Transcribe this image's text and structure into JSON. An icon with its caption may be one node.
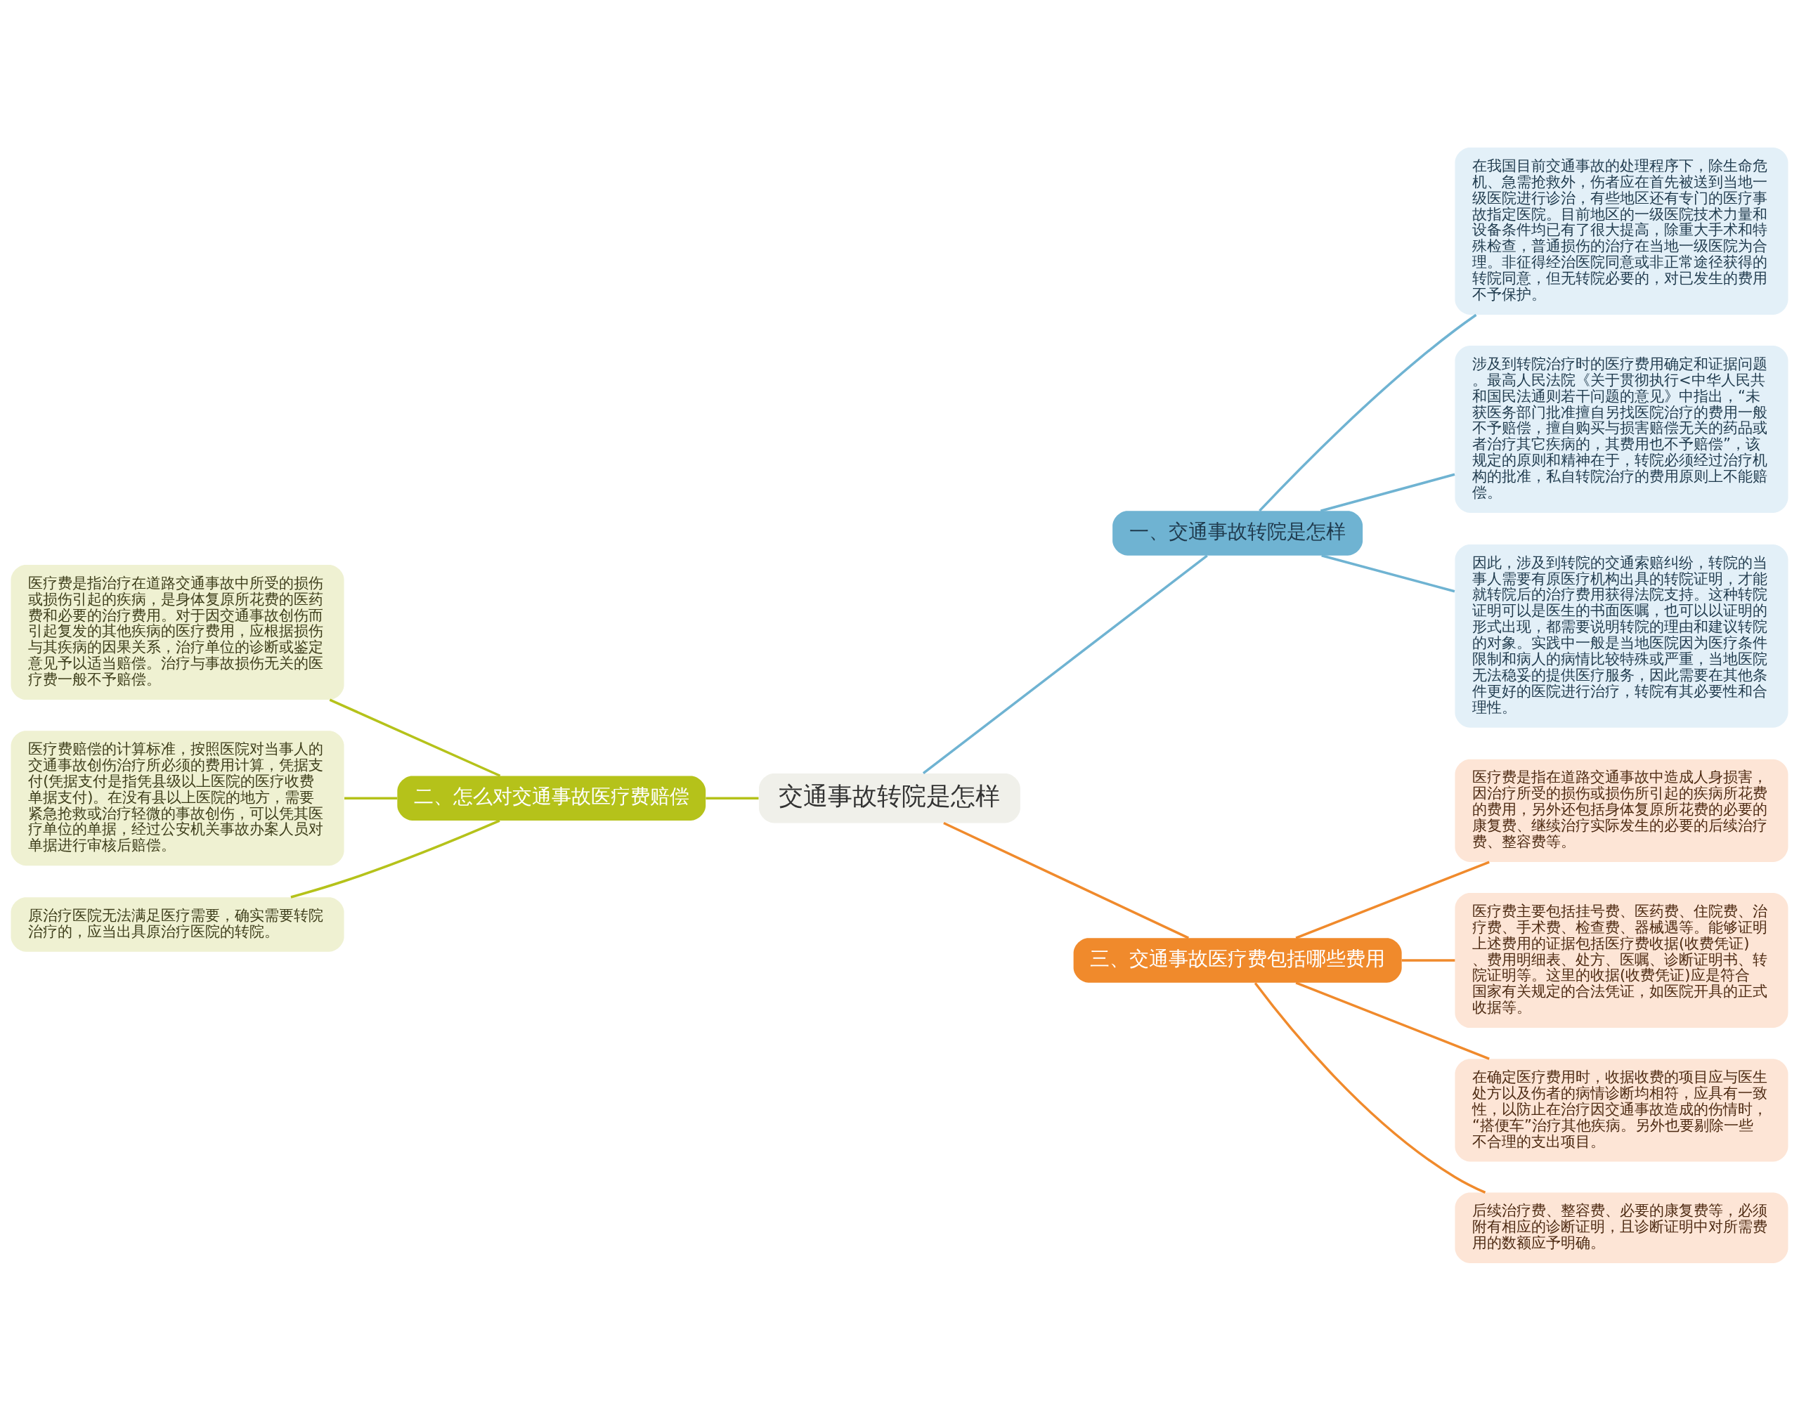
{
  "diagram": {
    "nodes": [
      {
        "text": [
          "交通事故转院是怎样"
        ]
      },
      {
        "text": [
          "一、交通事故转院是怎样"
        ]
      },
      {
        "text": [
          "在我国目前交通事故的处理程序下，除生命危机、急需抢救外，伤者应在首先被送到当地一级医院进行诊治，有些地区还有专门的医疗事故指定医院。目前地区的一级医院技术力量和设备条件均已有了很大提高，除重大手术和特殊检查，普通损伤的治疗在当地一级医院为合理。非征得经治医院同意或非正常途径获得的转院同意，但无转院必要的，对已发生的费用不予保护。"
        ]
      },
      {
        "text": [
          "涉及到转院治疗时的医疗费用确定和证据问题。最高人民法院《关于贯彻执行<中华人民共和国民法通则若干问题的意见》中指出，“未获医务部门批准擅自另找医院治疗的费用一般不予赔偿，擅自购买与损害赔偿无关的药品或者治疗其它疾病的，其费用也不予赔偿”，该规定的原则和精神在于，转院必须经过治疗机构的批准，私自转院治疗的费用原则上不能赔偿。"
        ]
      },
      {
        "text": [
          "因此，涉及到转院的交通索赔纠纷，转院的当事人需要有原医疗机构出具的转院证明，才能就转院后的治疗费用获得法院支持。这种转院证明可以是医生的书面医嘱，也可以以证明的形式出现，都需要说明转院的理由和建议转院的对象。实践中一般是当地医院因为医疗条件限制和病人的病情比较特殊或严重，当地医院无法稳妥的提供医疗服务，因此需要在其他条件更好的医院进行治疗，转院有其必要性和合理性。"
        ]
      },
      {
        "text": [
          "二、怎么对交通事故医疗费赔偿"
        ]
      },
      {
        "text": [
          "医疗费是指治疗在道路交通事故中所受的损伤或损伤引起的疾病，是身体复原所花费的医药费和必要的治疗费用。对于因交通事故创伤而引起复发的其他疾病的医疗费用，应根据损伤与其疾病的因果关系，治疗单位的诊断或鉴定意见予以适当赔偿。治疗与事故损伤无关的医疗费一般不予赔偿。"
        ]
      },
      {
        "text": [
          "医疗费赔偿的计算标准，按照医院对当事人的交通事故创伤治疗所必须的费用计算，凭据支付(凭据支付是指凭县级以上医院的医疗收费单据支付)。在没有县以上医院的地方，需要紧急抢救或治疗轻微的事故创伤，可以凭其医疗单位的单据，经过公安机关事故办案人员对单据进行审核后赔偿。"
        ]
      },
      {
        "text": [
          "原治疗医院无法满足医疗需要，确实需要转院治疗的，应当出具原治疗医院的转院。"
        ]
      },
      {
        "text": [
          "三、交通事故医疗费包括哪些费用"
        ]
      },
      {
        "text": [
          "医疗费是指在道路交通事故中造成人身损害，因治疗所受的损伤或损伤所引起的疾病所花费的费用，另外还包括身体复原所花费的必要的康复费、继续治疗实际发生的必要的后续治疗费、整容费等。"
        ]
      },
      {
        "text": [
          "医疗费主要包括挂号费、医药费、住院费、治疗费、手术费、检查费、器械遇等。能够证明上述费用的证据包括医疗费收据(收费凭证)、费用明细表、处方、医嘱、诊断证明书、转院证明等。这里的收据(收费凭证)应是符合国家有关规定的合法凭证，如医院开具的正式收据等。"
        ]
      },
      {
        "text": [
          "在确定医疗费用时，收据收费的项目应与医生处方以及伤者的病情诊断均相符，应具有一致性，以防止在治疗因交通事故造成的伤情时，“搭便车”治疗其他疾病。另外也要剔除一些不合理的支出项目。"
        ]
      },
      {
        "text": [
          "后续治疗费、整容费、必要的康复费等，必须附有相应的诊断证明，且诊断证明中对所需费用的数额应予明确。"
        ]
      }
    ],
    "edges": [
      {
        "from": 0,
        "to": 1,
        "arrow": "none",
        "color": "#6fb3d2"
      },
      {
        "from": 1,
        "to": 2,
        "arrow": "none",
        "color": "#6fb3d2"
      },
      {
        "from": 1,
        "to": 3,
        "arrow": "none",
        "color": "#6fb3d2"
      },
      {
        "from": 1,
        "to": 4,
        "arrow": "none",
        "color": "#6fb3d2"
      },
      {
        "from": 0,
        "to": 5,
        "arrow": "none",
        "color": "#b5c21a"
      },
      {
        "from": 5,
        "to": 6,
        "arrow": "none",
        "color": "#b5c21a"
      },
      {
        "from": 5,
        "to": 7,
        "arrow": "none",
        "color": "#b5c21a"
      },
      {
        "from": 5,
        "to": 8,
        "arrow": "none",
        "color": "#b5c21a"
      },
      {
        "from": 0,
        "to": 9,
        "arrow": "none"
      },
      {
        "from": 9,
        "to": 10,
        "arrow": "none"
      },
      {
        "from": 9,
        "to": 11,
        "arrow": "none"
      },
      {
        "from": 9,
        "to": 12,
        "arrow": "none"
      },
      {
        "from": 9,
        "to": 13,
        "arrow": "none"
      }
    ]
  }
}
